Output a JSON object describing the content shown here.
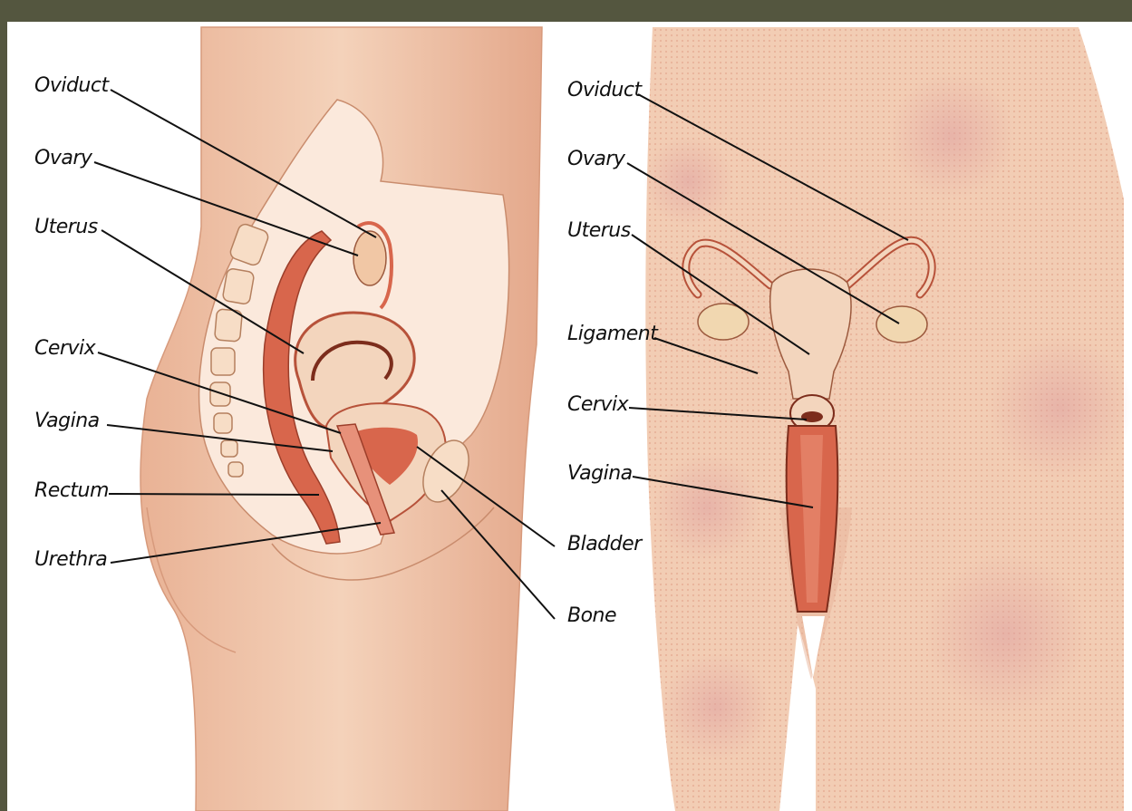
{
  "left_view": {
    "labels": {
      "oviduct": "Oviduct",
      "ovary": "Ovary",
      "uterus": "Uterus",
      "cervix": "Cervix",
      "vagina": "Vagina",
      "rectum": "Rectum",
      "urethra": "Urethra",
      "bladder": "Bladder",
      "bone": "Bone"
    }
  },
  "right_view": {
    "labels": {
      "oviduct": "Oviduct",
      "ovary": "Ovary",
      "uterus": "Uterus",
      "ligament": "Ligament",
      "cervix": "Cervix",
      "vagina": "Vagina"
    }
  },
  "colors": {
    "frame": "#54563f",
    "background": "#ffffff",
    "skin": "#f2cdb4",
    "skin_dark": "#e6ab91",
    "organ": "#d8664c",
    "organ_light": "#f3d5bd",
    "outline": "#9c5a3e",
    "leader_line": "#111111"
  }
}
